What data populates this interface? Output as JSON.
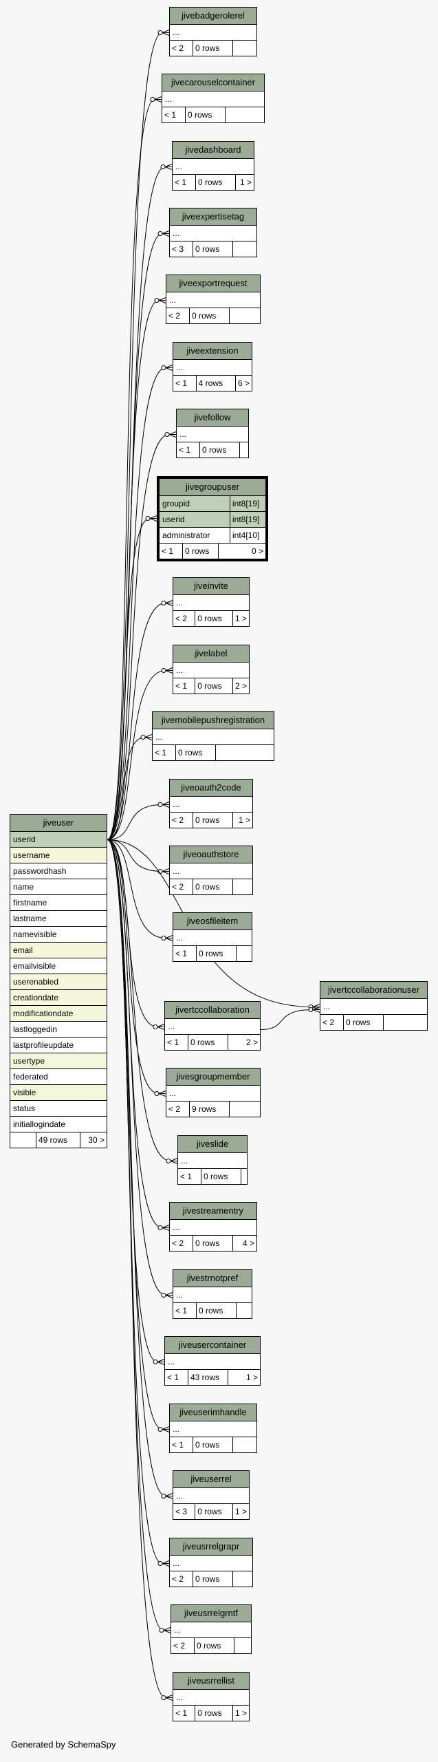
{
  "footer": "Generated by SchemaSpy",
  "main_table": {
    "name": "jiveuser",
    "columns": [
      {
        "name": "userid",
        "kind": "pk"
      },
      {
        "name": "username",
        "kind": "idx"
      },
      {
        "name": "passwordhash",
        "kind": "plain"
      },
      {
        "name": "name",
        "kind": "plain"
      },
      {
        "name": "firstname",
        "kind": "plain"
      },
      {
        "name": "lastname",
        "kind": "plain"
      },
      {
        "name": "namevisible",
        "kind": "plain"
      },
      {
        "name": "email",
        "kind": "idx"
      },
      {
        "name": "emailvisible",
        "kind": "plain"
      },
      {
        "name": "userenabled",
        "kind": "idx"
      },
      {
        "name": "creationdate",
        "kind": "idx"
      },
      {
        "name": "modificationdate",
        "kind": "idx"
      },
      {
        "name": "lastloggedin",
        "kind": "plain"
      },
      {
        "name": "lastprofileupdate",
        "kind": "plain"
      },
      {
        "name": "usertype",
        "kind": "idx"
      },
      {
        "name": "federated",
        "kind": "plain"
      },
      {
        "name": "visible",
        "kind": "idx"
      },
      {
        "name": "status",
        "kind": "plain"
      },
      {
        "name": "initiallogindate",
        "kind": "plain"
      }
    ],
    "footer": [
      "",
      "49 rows",
      "30 >"
    ]
  },
  "tables": [
    {
      "name": "jivebadgerolerel",
      "footer": [
        "< 2",
        "0 rows",
        ""
      ]
    },
    {
      "name": "jivecarouselcontainer",
      "footer": [
        "< 1",
        "0 rows",
        ""
      ]
    },
    {
      "name": "jivedashboard",
      "footer": [
        "< 1",
        "0 rows",
        "1 >"
      ]
    },
    {
      "name": "jiveexpertisetag",
      "footer": [
        "< 3",
        "0 rows",
        ""
      ]
    },
    {
      "name": "jiveexportrequest",
      "footer": [
        "< 2",
        "0 rows",
        ""
      ]
    },
    {
      "name": "jiveextension",
      "footer": [
        "< 1",
        "4 rows",
        "6 >"
      ]
    },
    {
      "name": "jivefollow",
      "footer": [
        "< 1",
        "0 rows",
        ""
      ]
    },
    {
      "name": "jivegroupuser",
      "footer": [
        "< 1",
        "0 rows",
        "0 >"
      ],
      "columns": [
        {
          "name": "groupid",
          "type": "int8[19]"
        },
        {
          "name": "userid",
          "type": "int8[19]"
        },
        {
          "name": "administrator",
          "type": "int4[10]"
        }
      ]
    },
    {
      "name": "jiveinvite",
      "footer": [
        "< 2",
        "0 rows",
        "1 >"
      ]
    },
    {
      "name": "jivelabel",
      "footer": [
        "< 1",
        "0 rows",
        "2 >"
      ]
    },
    {
      "name": "jivemobilepushregistration",
      "footer": [
        "< 1",
        "0 rows",
        ""
      ]
    },
    {
      "name": "jiveoauth2code",
      "footer": [
        "< 2",
        "0 rows",
        "1 >"
      ]
    },
    {
      "name": "jiveoauthstore",
      "footer": [
        "< 2",
        "0 rows",
        ""
      ]
    },
    {
      "name": "jiveosfileitem",
      "footer": [
        "< 1",
        "0 rows",
        ""
      ]
    },
    {
      "name": "jivertccollaboration",
      "footer": [
        "< 1",
        "0 rows",
        "2 >"
      ]
    },
    {
      "name": "jivertccollaborationuser",
      "footer": [
        "< 2",
        "0 rows",
        ""
      ]
    },
    {
      "name": "jivesgroupmember",
      "footer": [
        "< 2",
        "9 rows",
        ""
      ]
    },
    {
      "name": "jiveslide",
      "footer": [
        "< 1",
        "0 rows",
        ""
      ]
    },
    {
      "name": "jivestreamentry",
      "footer": [
        "< 2",
        "0 rows",
        "4 >"
      ]
    },
    {
      "name": "jivestrnotpref",
      "footer": [
        "< 1",
        "0 rows",
        ""
      ]
    },
    {
      "name": "jiveusercontainer",
      "footer": [
        "< 1",
        "43 rows",
        "1 >"
      ]
    },
    {
      "name": "jiveuserimhandle",
      "footer": [
        "< 1",
        "0 rows",
        ""
      ]
    },
    {
      "name": "jiveuserrel",
      "footer": [
        "< 3",
        "0 rows",
        "1 >"
      ]
    },
    {
      "name": "jiveusrrelgrapr",
      "footer": [
        "< 2",
        "0 rows",
        ""
      ]
    },
    {
      "name": "jiveusrrelgrntf",
      "footer": [
        "< 2",
        "0 rows",
        ""
      ]
    },
    {
      "name": "jiveusrrellist",
      "footer": [
        "< 1",
        "0 rows",
        "1 >"
      ]
    }
  ],
  "ellipsis": "..."
}
